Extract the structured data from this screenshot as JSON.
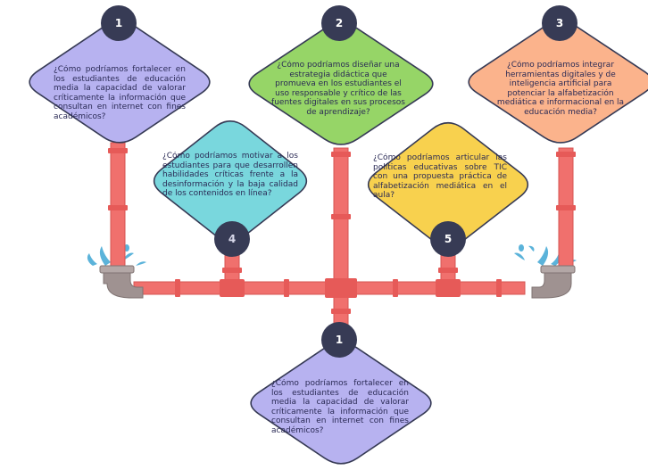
{
  "diagram": {
    "colors": {
      "pipe": "#f0706d",
      "pipe_joint": "#e65a58",
      "elbow": "#9f9291",
      "water": "#5bb3da",
      "badge": "#373b55",
      "badge_text": "#ffffff",
      "text": "#2a2a55"
    },
    "nodes": [
      {
        "id": "q1-top",
        "number": "1",
        "fill": "#b7b2f0",
        "stroke": "#363a55",
        "text": "¿Cómo podríamos fortalecer en los estudiantes de educación media la capacidad de valorar críticamente la información que consultan en internet con fines académicos?"
      },
      {
        "id": "q2",
        "number": "2",
        "fill": "#96d567",
        "stroke": "#363a55",
        "text": "¿Cómo podríamos diseñar una estrategia didáctica que promueva en los estudiantes el uso responsable y crítico de las fuentes digitales en sus procesos de aprendizaje?"
      },
      {
        "id": "q3",
        "number": "3",
        "fill": "#fbb38c",
        "stroke": "#363a55",
        "text": "¿Cómo podríamos integrar herramientas digitales y de inteligencia artificial para potenciar la alfabetización mediática e informacional en la educación media?"
      },
      {
        "id": "q4",
        "number": "4",
        "fill": "#79d7dd",
        "stroke": "#363a55",
        "text": "¿Cómo podríamos motivar a los estudiantes para que desarrollen habilidades críticas frente a la desinformación y la baja calidad de los contenidos en línea?"
      },
      {
        "id": "q5",
        "number": "5",
        "fill": "#f8d14e",
        "stroke": "#363a55",
        "text": "¿Cómo podríamos articular las políticas educativas sobre TIC con una propuesta práctica de alfabetización mediática en el aula?"
      },
      {
        "id": "q1-bottom",
        "number": "1",
        "fill": "#b7b2f0",
        "stroke": "#363a55",
        "text": "¿Cómo podríamos fortalecer en los estudiantes de educación media la capacidad de valorar críticamente la información que consultan en internet con fines académicos?"
      }
    ]
  }
}
